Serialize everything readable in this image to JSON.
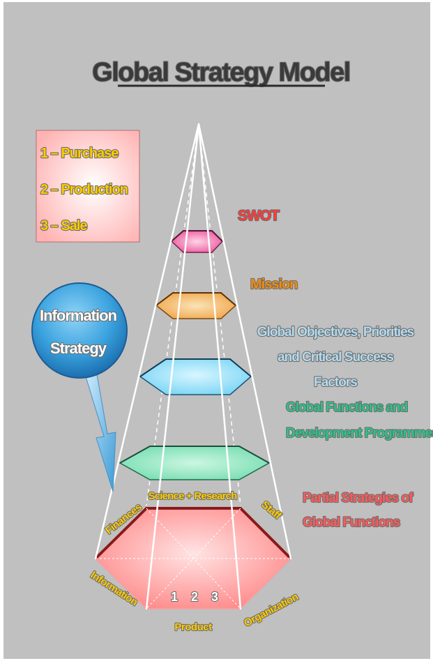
{
  "title": "Global Strategy Model",
  "legend": {
    "items": [
      "1 – Purchase",
      "2 – Production",
      "3 – Sale"
    ]
  },
  "info_bubble": {
    "line1": "Information",
    "line2": "Strategy"
  },
  "levels": {
    "swot": "SWOT",
    "mission": "Mission",
    "objectives": [
      "Global Objectives, Priorities",
      "and Critical Success",
      "Factors"
    ],
    "functions": [
      "Global Functions and",
      "Development Programmes"
    ],
    "partial": [
      "Partial Strategies of",
      "Global Functions"
    ]
  },
  "base_labels": {
    "science": "Science + Research",
    "staff": "Staff",
    "finances": "Finances",
    "information": "Information",
    "product": "Product",
    "organization": "Organization",
    "n1": "1",
    "n2": "2",
    "n3": "3"
  },
  "colors": {
    "background": "#c0c0c0",
    "title": "#2b2b2b",
    "yellow_label": "#ffcc00",
    "swot": "#ff3b3b",
    "mission": "#f08c10",
    "objectives": "#b4dcf0",
    "functions": "#2ec28a",
    "partial": "#ff5a5a",
    "pink_layer": "#f06aa8",
    "orange_layer": "#f7b060",
    "blue_layer": "#7fd8f6",
    "green_layer": "#7fe0b6",
    "base_layer": "#ff8f8f",
    "bubble": "#2a90d0"
  }
}
